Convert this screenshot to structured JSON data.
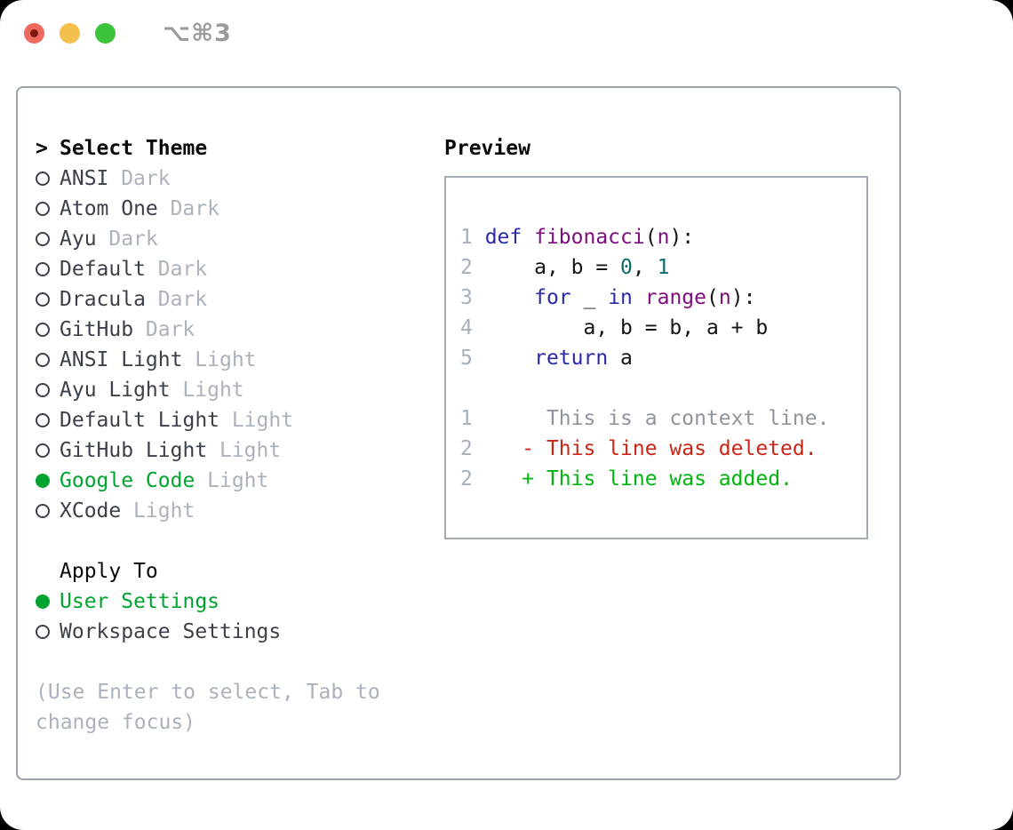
{
  "window": {
    "shortcut": "⌥⌘3",
    "traffic_lights": [
      "close",
      "minimize",
      "zoom"
    ]
  },
  "colors": {
    "selected_green": "#00a52f",
    "added_green": "#00b60d",
    "deleted_red": "#cb2517",
    "item_name": "#3b414b",
    "muted_gray": "#aab2bd",
    "panel_border": "#98a1ac",
    "traffic_red": "#ee6a5e",
    "traffic_yellow": "#f5bf4e",
    "traffic_green": "#3dc23c"
  },
  "theme_panel": {
    "header_marker": ">",
    "header": "Select Theme",
    "items": [
      {
        "name": "ANSI",
        "variant": "Dark",
        "selected": false
      },
      {
        "name": "Atom One",
        "variant": "Dark",
        "selected": false
      },
      {
        "name": "Ayu",
        "variant": "Dark",
        "selected": false
      },
      {
        "name": "Default",
        "variant": "Dark",
        "selected": false
      },
      {
        "name": "Dracula",
        "variant": "Dark",
        "selected": false
      },
      {
        "name": "GitHub",
        "variant": "Dark",
        "selected": false
      },
      {
        "name": "ANSI Light",
        "variant": "Light",
        "selected": false
      },
      {
        "name": "Ayu Light",
        "variant": "Light",
        "selected": false
      },
      {
        "name": "Default Light",
        "variant": "Light",
        "selected": false
      },
      {
        "name": "GitHub Light",
        "variant": "Light",
        "selected": false
      },
      {
        "name": "Google Code",
        "variant": "Light",
        "selected": true
      },
      {
        "name": "XCode",
        "variant": "Light",
        "selected": false
      }
    ],
    "apply_to": {
      "label": "Apply To",
      "options": [
        {
          "label": "User Settings",
          "selected": true
        },
        {
          "label": "Workspace Settings",
          "selected": false
        }
      ]
    },
    "help": {
      "line1": "(Use Enter to select, Tab to",
      "line2": "change focus)"
    }
  },
  "preview": {
    "title": "Preview",
    "palette": {
      "num": "#a6b0bc",
      "kw": "#2929aa",
      "fn": "#7e0d7e",
      "lit": "#0c6c6c",
      "pl": "#141418",
      "ctx": "#8e959e",
      "del": "#cb2517",
      "add": "#00b60d"
    },
    "lines": [
      {
        "tokens": [
          {
            "t": "1 ",
            "c": "num"
          },
          {
            "t": "def ",
            "c": "kw"
          },
          {
            "t": "fibonacci",
            "c": "fn"
          },
          {
            "t": "(",
            "c": "pl"
          },
          {
            "t": "n",
            "c": "fn"
          },
          {
            "t": "):",
            "c": "pl"
          }
        ]
      },
      {
        "tokens": [
          {
            "t": "2 ",
            "c": "num"
          },
          {
            "t": "    a, b = ",
            "c": "pl"
          },
          {
            "t": "0",
            "c": "lit"
          },
          {
            "t": ", ",
            "c": "pl"
          },
          {
            "t": "1",
            "c": "lit"
          }
        ]
      },
      {
        "tokens": [
          {
            "t": "3 ",
            "c": "num"
          },
          {
            "t": "    ",
            "c": "pl"
          },
          {
            "t": "for",
            "c": "kw"
          },
          {
            "t": " _ ",
            "c": "pl"
          },
          {
            "t": "in",
            "c": "kw"
          },
          {
            "t": " ",
            "c": "pl"
          },
          {
            "t": "range",
            "c": "fn"
          },
          {
            "t": "(",
            "c": "pl"
          },
          {
            "t": "n",
            "c": "fn"
          },
          {
            "t": "):",
            "c": "pl"
          }
        ]
      },
      {
        "tokens": [
          {
            "t": "4 ",
            "c": "num"
          },
          {
            "t": "        a, b = b, a + b",
            "c": "pl"
          }
        ]
      },
      {
        "tokens": [
          {
            "t": "5 ",
            "c": "num"
          },
          {
            "t": "    ",
            "c": "pl"
          },
          {
            "t": "return",
            "c": "kw"
          },
          {
            "t": " a",
            "c": "pl"
          }
        ]
      },
      {
        "tokens": []
      },
      {
        "tokens": [
          {
            "t": "1 ",
            "c": "num"
          },
          {
            "t": "     This is a context line.",
            "c": "ctx"
          }
        ]
      },
      {
        "tokens": [
          {
            "t": "2 ",
            "c": "num"
          },
          {
            "t": "   ",
            "c": "pl"
          },
          {
            "t": "- This line was deleted.",
            "c": "del"
          }
        ]
      },
      {
        "tokens": [
          {
            "t": "2 ",
            "c": "num"
          },
          {
            "t": "   ",
            "c": "pl"
          },
          {
            "t": "+ This line was added.",
            "c": "add"
          }
        ]
      }
    ]
  }
}
